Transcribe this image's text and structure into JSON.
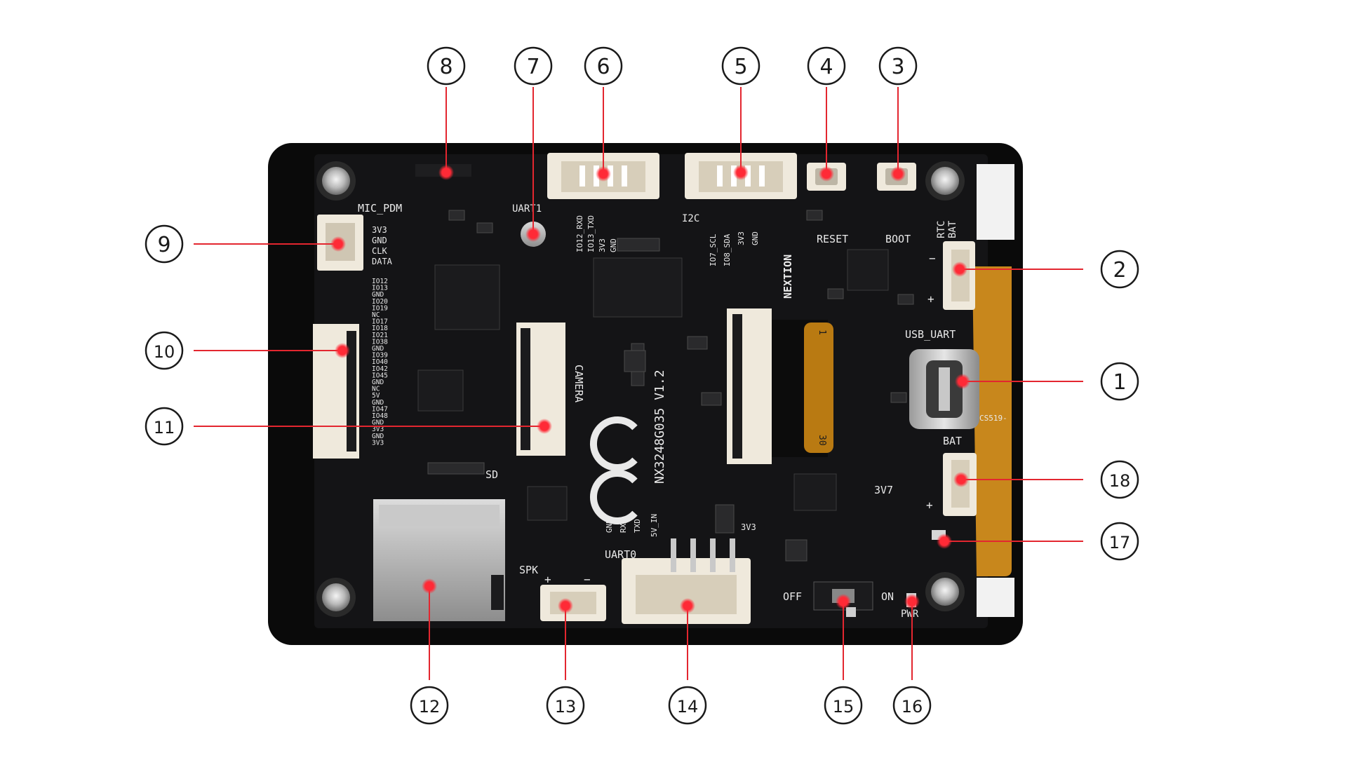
{
  "board": {
    "model": "NX3248G035 V1.2",
    "brand": "NEXTION",
    "colors": {
      "pcb": "#141416",
      "frame": "#0a0a0a",
      "silk": "#e9e9e9",
      "connector": "#efe9dc",
      "marker": "#ff1f2e",
      "line": "#e3262f",
      "flex": "#c8871c",
      "chip": "#1b1b1d"
    }
  },
  "silkscreen": {
    "mic_pdm": "MIC_PDM",
    "mic_pins": [
      "3V3",
      "GND",
      "CLK",
      "DATA"
    ],
    "uart1": "UART1",
    "uart1_pins": [
      "IO12_RXD",
      "IO13_TXD",
      "3V3",
      "GND"
    ],
    "i2c": "I2C",
    "i2c_pins": [
      "IO7_SCL",
      "IO8_SDA",
      "3V3",
      "GND"
    ],
    "reset": "RESET",
    "boot": "BOOT",
    "rtc_bat": [
      "RTC",
      "BAT"
    ],
    "usb_uart": "USB_UART",
    "camera": "CAMERA",
    "sd": "SD",
    "spk": "SPK",
    "uart0": "UART0",
    "uart0_pins": [
      "GND",
      "RXD",
      "TXD",
      "5V_IN"
    ],
    "v3v3": "3V3",
    "off": "OFF",
    "on": "ON",
    "pwr": "PWR",
    "bat": "BAT",
    "v3v7": "3V7",
    "plus": "+",
    "minus": "−",
    "fpc_1": "1",
    "fpc_30": "30",
    "flex_label": "CS519-",
    "io_list": [
      "IO12",
      "IO13",
      "GND",
      "IO20",
      "IO19",
      "NC",
      "IO17",
      "IO18",
      "IO21",
      "IO38",
      "GND",
      "IO39",
      "IO40",
      "IO42",
      "IO45",
      "GND",
      "NC",
      "5V",
      "GND",
      "IO47",
      "IO48",
      "GND",
      "3V3",
      "GND",
      "3V3"
    ]
  },
  "callouts": [
    {
      "num": "1"
    },
    {
      "num": "2"
    },
    {
      "num": "3"
    },
    {
      "num": "4"
    },
    {
      "num": "5"
    },
    {
      "num": "6"
    },
    {
      "num": "7"
    },
    {
      "num": "8"
    },
    {
      "num": "9"
    },
    {
      "num": "10"
    },
    {
      "num": "11"
    },
    {
      "num": "12"
    },
    {
      "num": "13"
    },
    {
      "num": "14"
    },
    {
      "num": "15"
    },
    {
      "num": "16"
    },
    {
      "num": "17"
    },
    {
      "num": "18"
    }
  ]
}
